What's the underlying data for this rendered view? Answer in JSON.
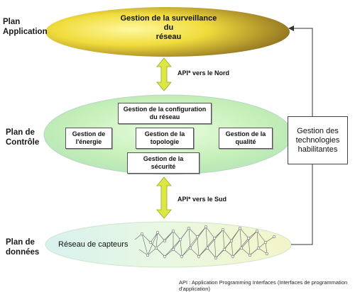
{
  "planes": {
    "application": {
      "label": "Plan\nApplication",
      "title": "Gestion de la surveillance\ndu\nréseau"
    },
    "controle": {
      "label": "Plan de\nContrôle",
      "config": "Gestion de la configuration\ndu réseau",
      "energie": "Gestion de\nl'énergie",
      "topologie": "Gestion de la\ntopologie",
      "qualite": "Gestion de la\nqualité",
      "securite": "Gestion de la\nsécurité"
    },
    "donnees": {
      "label": "Plan de\ndonnées",
      "title": "Réseau de capteurs"
    }
  },
  "api_nord": "API* vers le Nord",
  "api_sud": "API* vers le Sud",
  "side_box": "Gestion des\ntechnologies\nhabilitantes",
  "footer": "API : Application Programming Interfaces (Interfaces de programmation d'application)",
  "colors": {
    "application": "#d9c33a",
    "controle": "#c8f0c0",
    "donnees": "#e6f6e0",
    "arrow": "#d9ea3c"
  }
}
